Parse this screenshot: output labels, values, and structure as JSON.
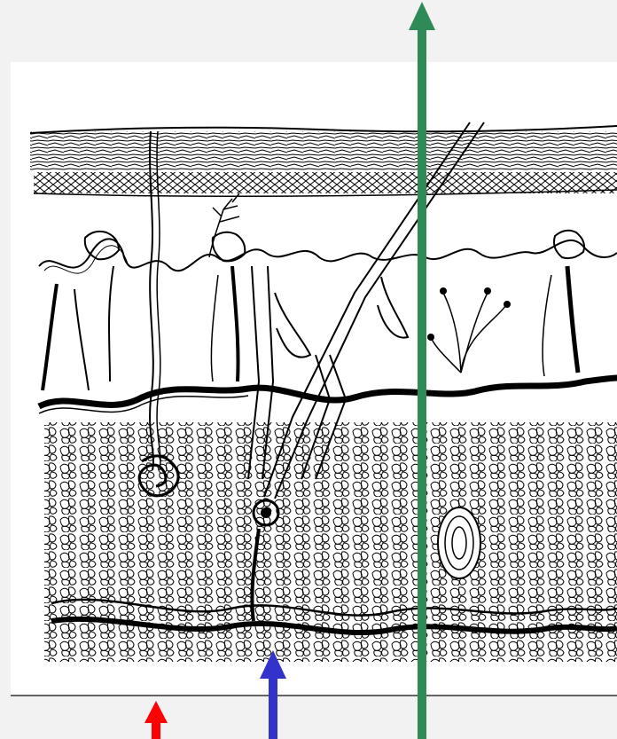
{
  "diagram": {
    "subject": "skin-cross-section",
    "colors": {
      "background": "#f2f2f2",
      "panel": "#ffffff",
      "ink": "#000000",
      "baseline": "#333333"
    },
    "arrows": [
      {
        "id": "red",
        "color": "#ff0000"
      },
      {
        "id": "blue",
        "color": "#3333cc"
      },
      {
        "id": "green",
        "color": "#2e8b57"
      }
    ]
  }
}
